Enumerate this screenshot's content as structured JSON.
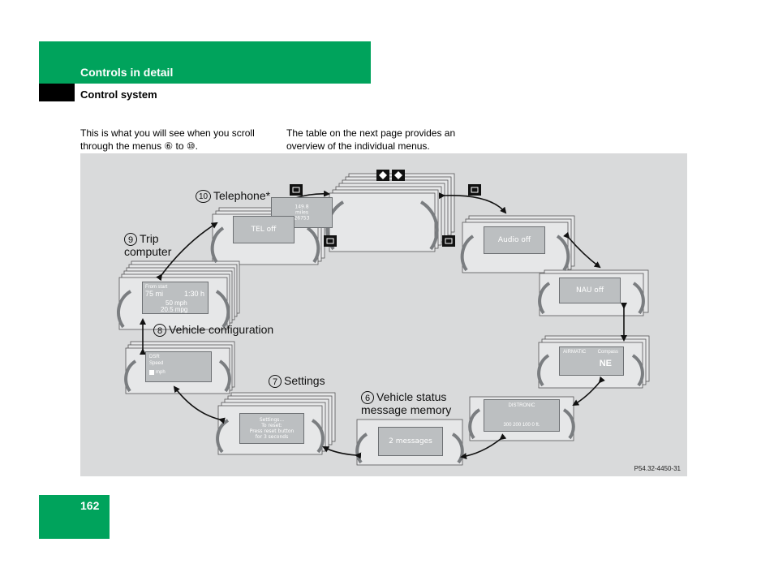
{
  "header": {
    "section": "Controls in detail",
    "subsection": "Control system"
  },
  "intro": {
    "left": "This is what you will see when you scroll through the menus ⑥ to ⑩.",
    "right": "The table on the next page provides an overview of the individual menus."
  },
  "figure": {
    "code": "P54.32-4450-31",
    "labels": {
      "telephone_num": "10",
      "telephone": "Telephone*",
      "trip_num": "9",
      "trip": "Trip computer",
      "vehicle_config_num": "8",
      "vehicle_config": "Vehicle configuration",
      "settings_num": "7",
      "settings": "Settings",
      "vsm_num": "6",
      "vsm": "Vehicle status message memory"
    },
    "screens": {
      "odometer_1": "149.8",
      "odometer_2": "miles",
      "odometer_3": "26753",
      "tel": "TEL off",
      "audio": "Audio off",
      "nav": "NAU off",
      "airmatic": "AIRMATIC",
      "compass": "Compass",
      "compass_dir": "NE",
      "distronic": "DISTRONIC",
      "distronic_scale": "300  200  100  0 ft.",
      "messages": "2 messages",
      "settings_1": "Settings...",
      "settings_2": "To reset:",
      "settings_3": "Press reset button",
      "settings_4": "for 3 seconds",
      "vehcfg_1": "DSR",
      "vehcfg_2": "Speed",
      "vehcfg_3": "mph",
      "trip_1": "From start",
      "trip_2": "75 mi",
      "trip_3": "1:30 h",
      "trip_4": "50 mph",
      "trip_5": "20.5 mpg"
    }
  },
  "page_number": "162"
}
